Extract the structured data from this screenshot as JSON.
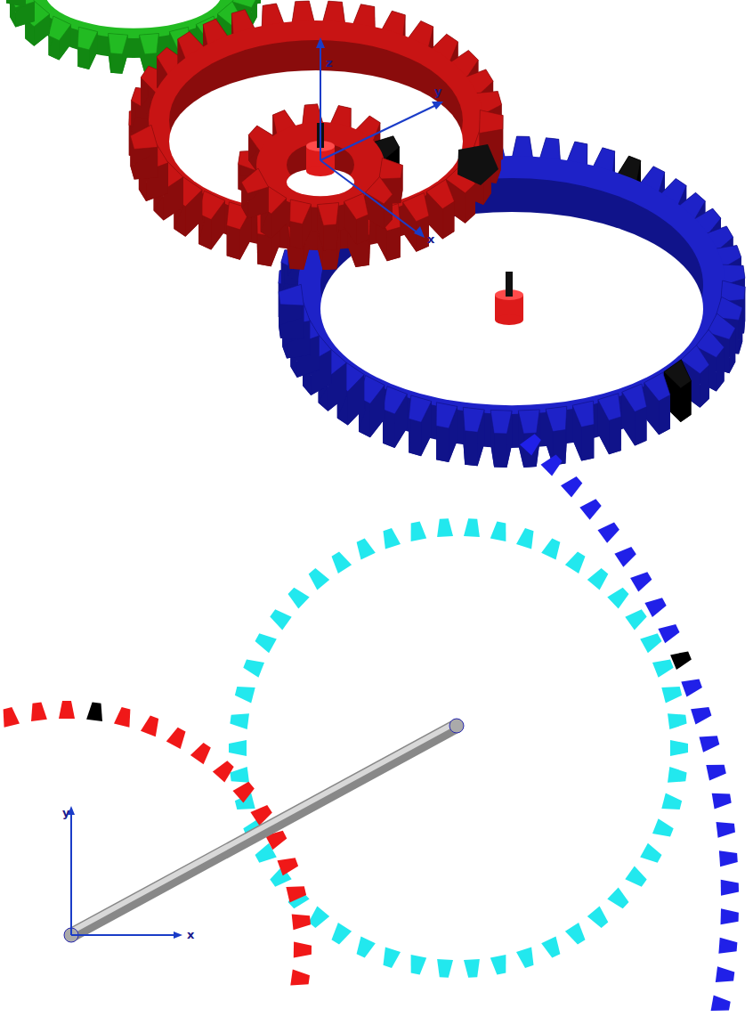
{
  "diagram": {
    "labels": [
      "z",
      "y",
      "x",
      "y",
      "x"
    ]
  }
}
